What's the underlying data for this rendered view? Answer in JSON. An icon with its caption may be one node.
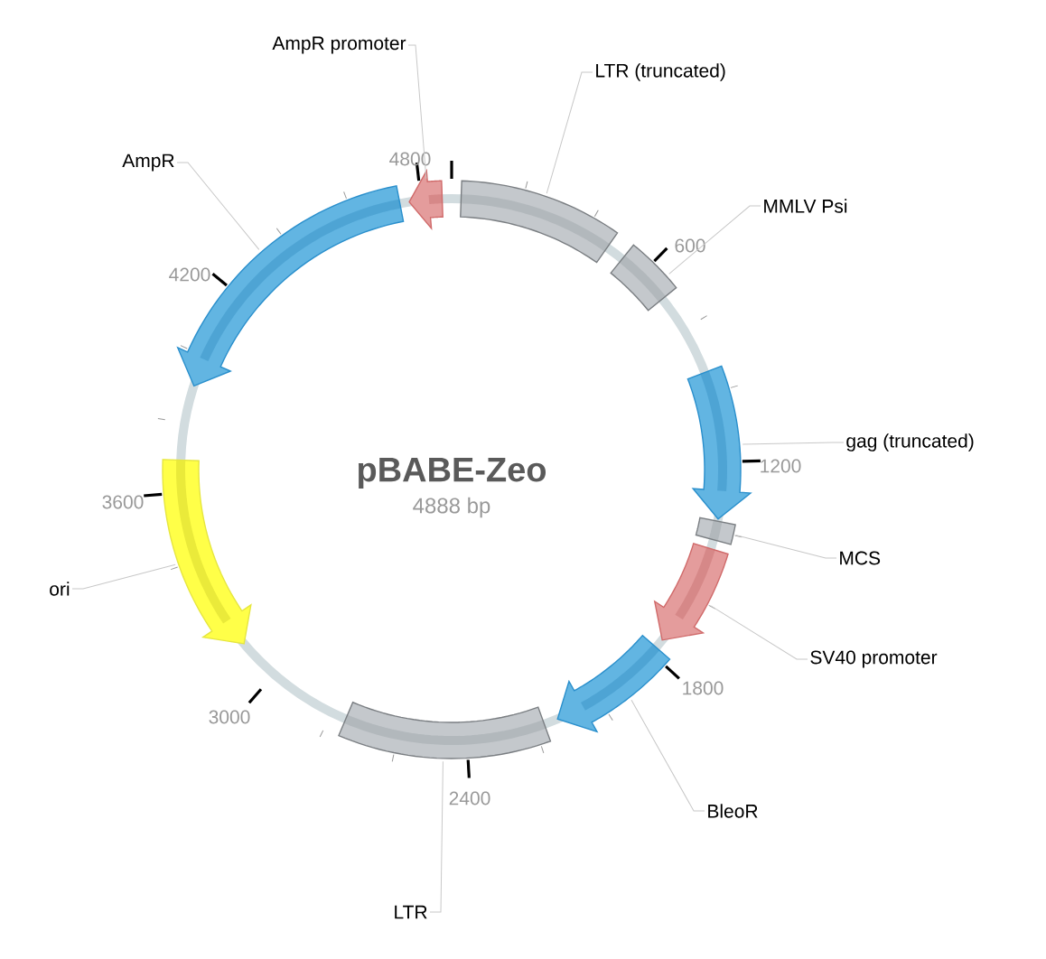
{
  "diagram": {
    "title": "pBABE-Zeo",
    "nodes": [
      {
        "text": [
          "AmpR promoter"
        ]
      },
      {
        "text": [
          "LTR (truncated)"
        ]
      },
      {
        "text": [
          "AmpR"
        ]
      },
      {
        "text": [
          "MMLV Psi"
        ]
      },
      {
        "text": [
          "gag (truncated)"
        ]
      },
      {
        "text": [
          "MCS"
        ]
      },
      {
        "text": [
          "ori"
        ]
      },
      {
        "text": [
          "SV40 promoter"
        ]
      },
      {
        "text": [
          "BleoR"
        ]
      },
      {
        "text": [
          "LTR"
        ]
      },
      {
        "text": [],
        "shape": "bar"
      },
      {
        "text": [],
        "shape": "bar"
      },
      {
        "text": [],
        "shape": "arrow"
      },
      {
        "text": [],
        "shape": "bar"
      },
      {
        "text": [],
        "shape": "arrow"
      },
      {
        "text": [],
        "shape": "arrow"
      },
      {
        "text": [],
        "shape": "bar"
      },
      {
        "text": [],
        "shape": "arrow"
      },
      {
        "text": [],
        "shape": "arrow"
      },
      {
        "text": [],
        "shape": "arrow"
      }
    ],
    "edges": [
      {
        "from": 0,
        "to": 19,
        "arrow": "none"
      },
      {
        "from": 1,
        "to": 10,
        "arrow": "none"
      },
      {
        "from": 2,
        "to": 18,
        "arrow": "none"
      },
      {
        "from": 3,
        "to": 11,
        "arrow": "none"
      },
      {
        "from": 4,
        "to": 12,
        "arrow": "none"
      },
      {
        "from": 5,
        "to": 13,
        "arrow": "none"
      },
      {
        "from": 6,
        "to": 17,
        "arrow": "none"
      },
      {
        "from": 7,
        "to": 14,
        "arrow": "none"
      },
      {
        "from": 8,
        "to": 15,
        "arrow": "none"
      },
      {
        "from": 9,
        "to": 16,
        "arrow": "none"
      }
    ],
    "labels": [
      "4800",
      "600",
      "4200",
      "1200",
      "3600",
      "4888 bp",
      "1800",
      "3000",
      "2400"
    ]
  }
}
